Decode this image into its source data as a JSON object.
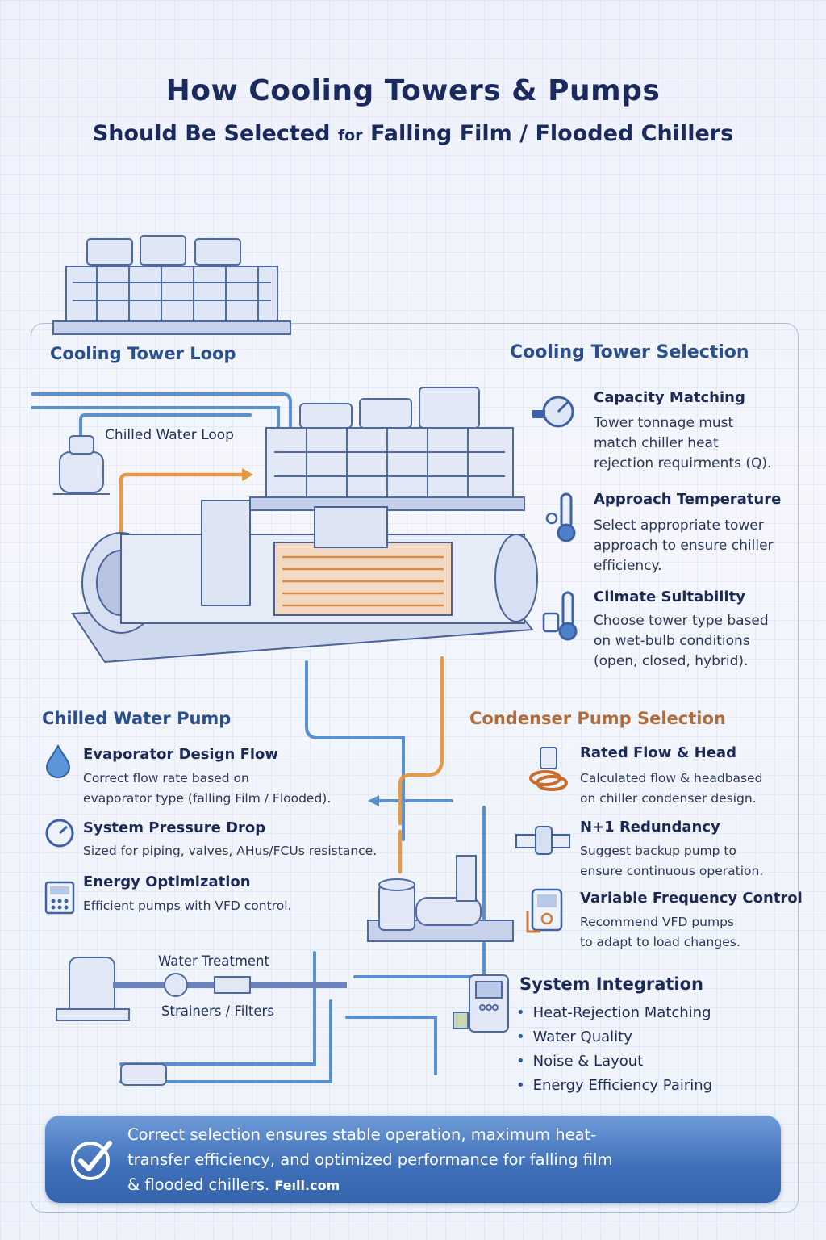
{
  "title_line1": "How Cooling Towers & Pumps",
  "title_line2_a": "Should Be Selected",
  "title_line2_b": "for",
  "title_line2_c": "Falling Film / Flooded Chillers",
  "cooling_tower_loop": "Cooling Tower Loop",
  "chilled_water_loop": "Chilled Water Loop",
  "cooling_tower_selection": {
    "heading": "Cooling Tower Selection",
    "items": [
      {
        "title": "Capacity Matching",
        "lines": [
          "Tower tonnage must",
          "match chiller heat",
          "rejection requirments (Q)."
        ],
        "icon": "capacity-gauge-icon"
      },
      {
        "title": "Approach Temperature",
        "lines": [
          "Select appropriate tower",
          "approach to ensure chiller",
          "efficiency."
        ],
        "icon": "thermometer-icon"
      },
      {
        "title": "Climate Suitability",
        "lines": [
          "Choose tower type based",
          "on wet-bulb conditions",
          "(open, closed, hybrid)."
        ],
        "icon": "climate-thermometer-icon"
      }
    ]
  },
  "chilled_water_pump": {
    "heading": "Chilled Water Pump",
    "items": [
      {
        "title": "Evaporator Design Flow",
        "lines": [
          "Correct flow rate based on",
          "evaporator type (falling Film / Flooded)."
        ],
        "icon": "water-drop-icon"
      },
      {
        "title": "System Pressure Drop",
        "lines": [
          "Sized for piping, valves, AHus/FCUs resistance."
        ],
        "icon": "pressure-gauge-icon"
      },
      {
        "title": "Energy Optimization",
        "lines": [
          "Efficient pumps with VFD control."
        ],
        "icon": "control-panel-icon"
      }
    ]
  },
  "condenser_pump_selection": {
    "heading": "Condenser Pump Selection",
    "items": [
      {
        "title": "Rated Flow & Head",
        "lines": [
          "Calculated flow & headbased",
          "on chiller condenser design."
        ],
        "icon": "pump-coil-icon"
      },
      {
        "title": "N+1 Redundancy",
        "lines": [
          "Suggest backup pump to",
          "ensure continuous operation."
        ],
        "icon": "backup-pump-icon"
      },
      {
        "title": "Variable Frequency Control",
        "lines": [
          "Recommend VFD pumps",
          "to adapt to load changes."
        ],
        "icon": "vfd-icon"
      }
    ]
  },
  "water_treatment": "Water Treatment",
  "strainers_filters": "Strainers / Filters",
  "system_integration": {
    "heading": "System Integration",
    "bullets": [
      "Heat-Rejection Matching",
      "Water Quality",
      "Noise & Layout",
      "Energy Efficiency Pairing"
    ]
  },
  "banner": {
    "line1": "Correct selection ensures stable operation, maximum heat-",
    "line2": "transfer efficiency, and optimized performance for falling film",
    "line3": "& flooded chillers.",
    "brand": "Feıll.com"
  },
  "colors": {
    "heading_blue": "#2a4f8e",
    "accent_orange": "#e69a45",
    "pipe_blue": "#5a8fd0",
    "banner_blue": "#3e6fb8"
  }
}
